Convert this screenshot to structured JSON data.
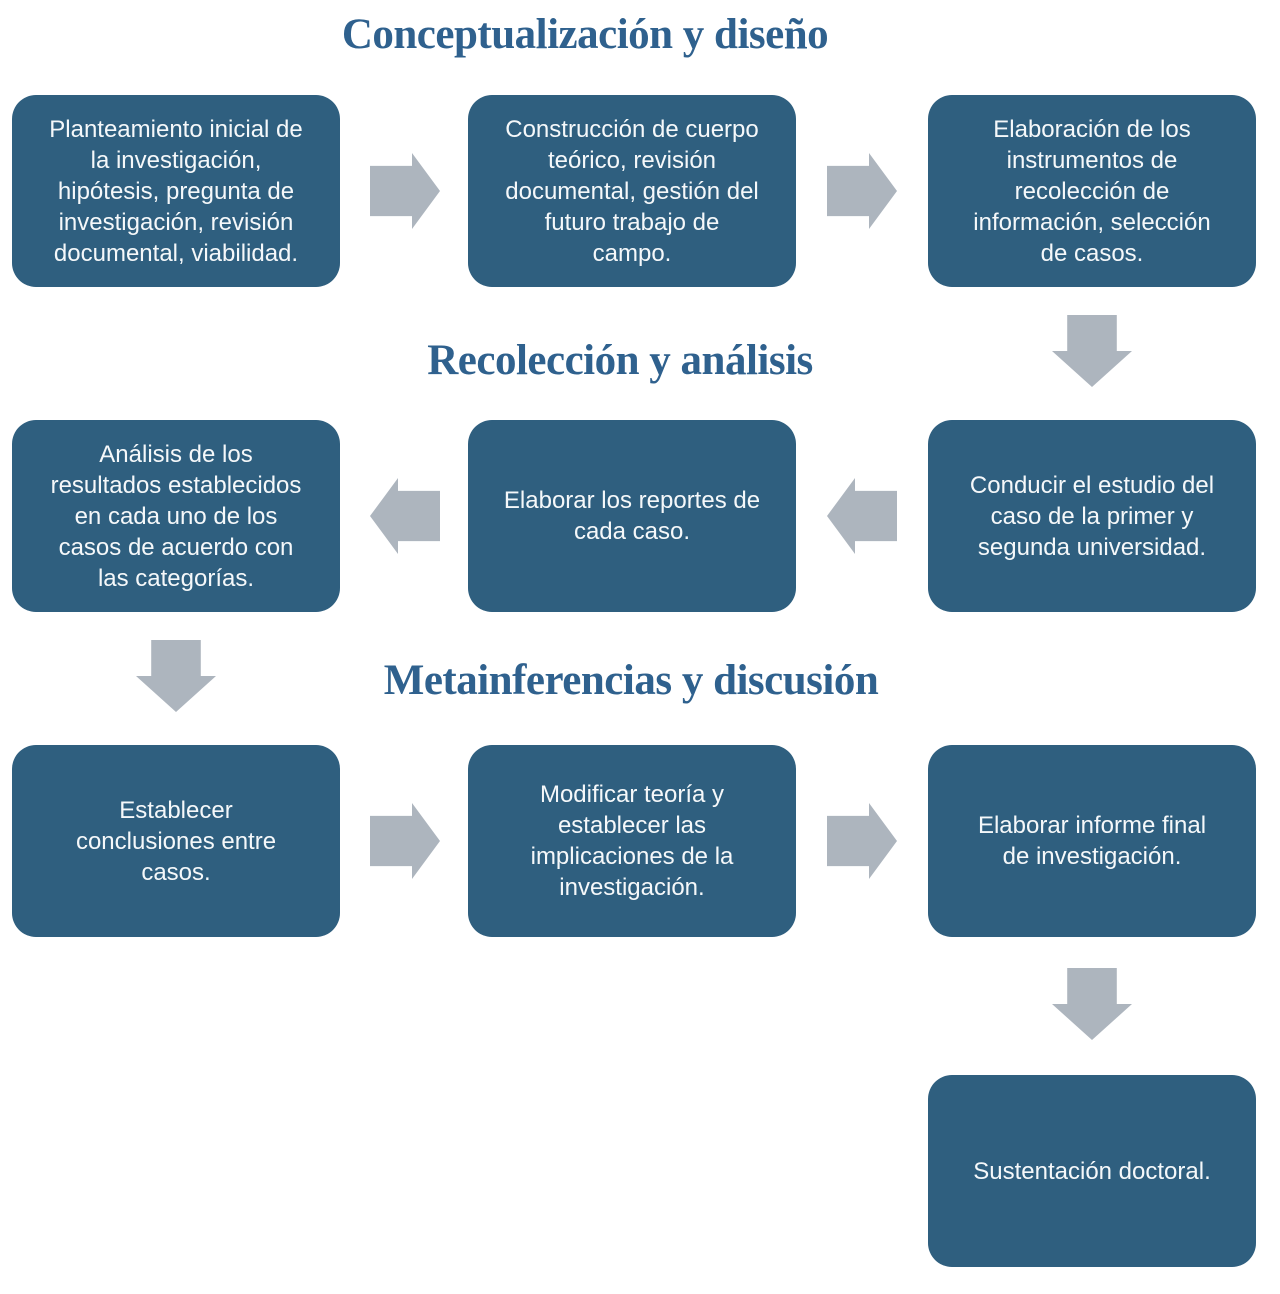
{
  "figure": {
    "background": "#FFFFFF",
    "colors": {
      "box_fill": "#2F5F7F",
      "box_text": "#F5F8FA",
      "section_title": "#2F618E",
      "arrow": "#ADB5BE"
    }
  },
  "sections": {
    "conceptualizacion": {
      "title": "Conceptualización y diseño"
    },
    "recoleccion": {
      "title": "Recolección y análisis"
    },
    "metainferencias": {
      "title": "Metainferencias y discusión"
    }
  },
  "steps": {
    "planteamiento": {
      "text": "Planteamiento inicial de\nla investigación,\nhipótesis, pregunta de\ninvestigación, revisión\ndocumental, viabilidad."
    },
    "construccion": {
      "text": "Construcción de cuerpo\nteórico, revisión\ndocumental, gestión del\nfuturo trabajo de\ncampo."
    },
    "elaboracion_instrumentos": {
      "text": "Elaboración de los\ninstrumentos de\nrecolección de\ninformación, selección\nde casos."
    },
    "conducir_estudio": {
      "text": "Conducir el estudio del\ncaso de la primer y\nsegunda universidad."
    },
    "elaborar_reportes": {
      "text": "Elaborar los reportes de\ncada caso."
    },
    "analisis_resultados": {
      "text": "Análisis de los\nresultados establecidos\nen cada uno de los\ncasos de acuerdo con\nlas categorías."
    },
    "establecer_conclusiones": {
      "text": "Establecer\nconclusiones entre\ncasos."
    },
    "modificar_teoria": {
      "text": "Modificar teoría y\nestablecer las\nimplicaciones de la\ninvestigación."
    },
    "elaborar_informe": {
      "text": "Elaborar informe final\nde investigación."
    },
    "sustentacion": {
      "text": "Sustentación doctoral."
    }
  }
}
